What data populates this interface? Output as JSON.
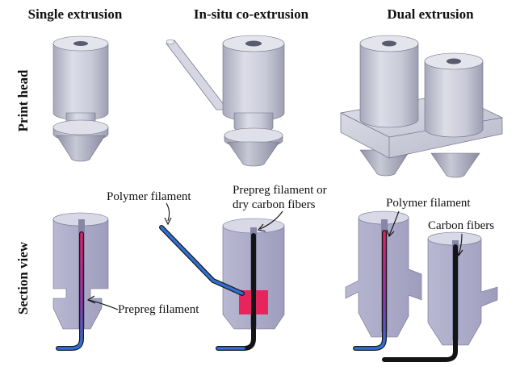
{
  "columns": {
    "single": "Single extrusion",
    "insitu": "In-situ co-extrusion",
    "dual": "Dual extrusion"
  },
  "rows": {
    "head": "Print head",
    "section": "Section view"
  },
  "annotations": {
    "polymer_left": "Polymer filament",
    "prepreg_or_dry_line1": "Prepreg filament or",
    "prepreg_or_dry_line2": "dry carbon fibers",
    "prepreg_single": "Prepreg filament",
    "polymer_right": "Polymer filament",
    "carbon_fibers": "Carbon fibers"
  },
  "colors": {
    "metal_light": "#d9dbe4",
    "metal_mid": "#b6b8c8",
    "metal_dark": "#8f90a4",
    "section_fill": "#a9a8c6",
    "polymer_blue": "#2f6fd6",
    "prepreg_magenta": "#e0206a",
    "carbon_black": "#141414",
    "insert_red": "#e8245c"
  }
}
